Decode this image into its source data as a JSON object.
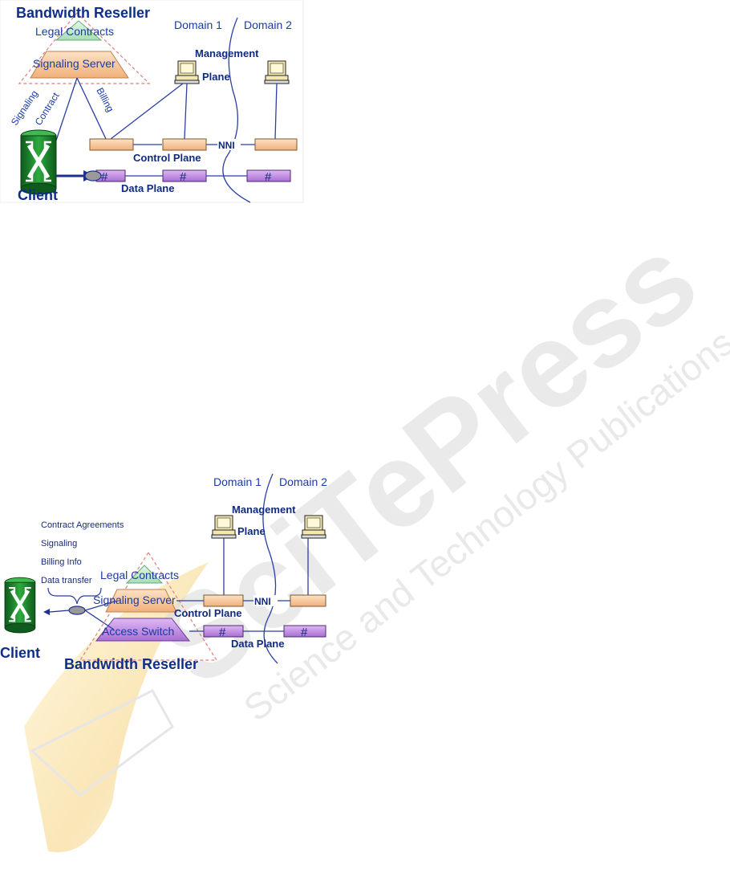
{
  "diagram1": {
    "title": "Bandwidth Reseller",
    "legal_contracts": "Legal Contracts",
    "signaling_server": "Signaling Server",
    "domain1": "Domain 1",
    "domain2": "Domain 2",
    "management": "Management",
    "plane": "Plane",
    "signaling": "Signaling",
    "contract": "Contract",
    "billing": "Billing",
    "nni": "NNI",
    "control_plane": "Control Plane",
    "data_plane": "Data Plane",
    "client": "Client",
    "hash": "#"
  },
  "diagram2": {
    "domain1": "Domain 1",
    "domain2": "Domain 2",
    "management": "Management",
    "plane": "Plane",
    "contract_agreements": "Contract Agreements",
    "signaling": "Signaling",
    "billing_info": "Billing Info",
    "data_transfer": "Data transfer",
    "legal_contracts": "Legal Contracts",
    "signaling_server": "Signaling Server",
    "access_switch": "Access Switch",
    "nni": "NNI",
    "control_plane": "Control Plane",
    "data_plane": "Data Plane",
    "client": "Client",
    "title": "Bandwidth Reseller",
    "hash": "#"
  },
  "watermark": {
    "line1": "SciTePress",
    "line2": "Science and Technology Publications"
  },
  "colors": {
    "title_blue": "#0d2e8a",
    "line_blue": "#2b3fa6",
    "orange_box": "#f8c9a0",
    "purple_box": "#c08ee0",
    "green_triangle": "#c8eed0",
    "reseller_dash": "#e08080",
    "client_green": "#1e8a2e"
  }
}
